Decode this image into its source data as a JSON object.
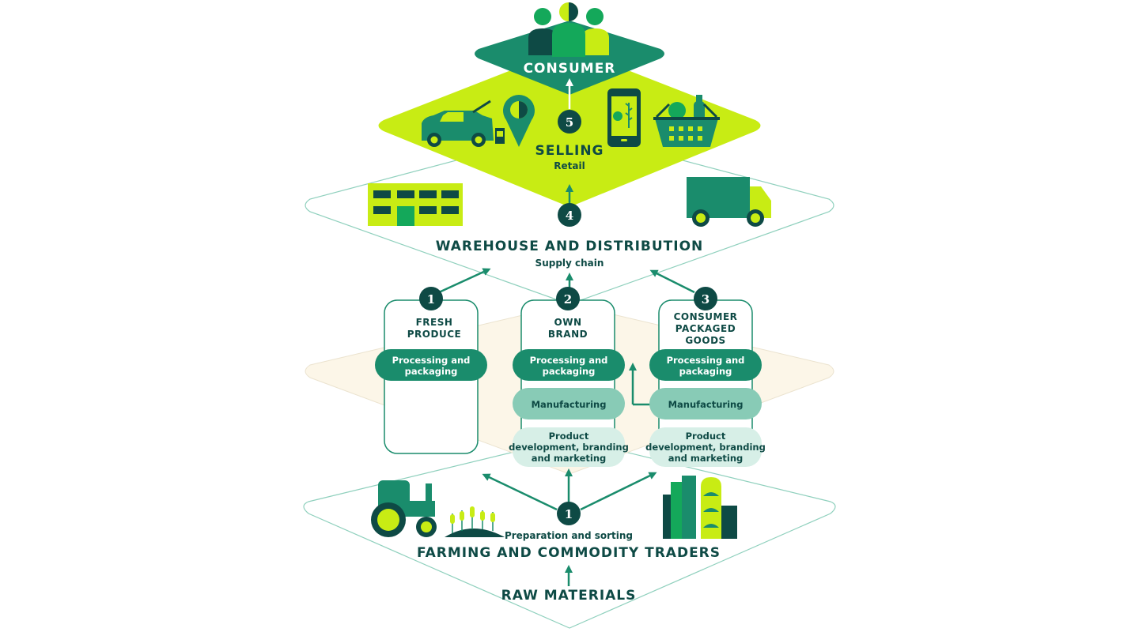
{
  "colors": {
    "dark_green": "#0e4a45",
    "teal": "#1a8c6c",
    "lime": "#c8ec14",
    "mid_green": "#14a85a",
    "mint": "#88cbb6",
    "pale_mint": "#d7efe7",
    "cream": "#fcf6e8"
  },
  "consumer": {
    "label": "CONSUMER"
  },
  "selling": {
    "step": "5",
    "title": "SELLING",
    "subtitle": "Retail"
  },
  "warehouse": {
    "step": "4",
    "title": "WAREHOUSE AND DISTRIBUTION",
    "subtitle": "Supply chain"
  },
  "columns": [
    {
      "step": "1",
      "title_lines": [
        "FRESH",
        "PRODUCE"
      ],
      "processing_lines": [
        "Processing and",
        "packaging"
      ]
    },
    {
      "step": "2",
      "title_lines": [
        "OWN",
        "BRAND"
      ],
      "processing_lines": [
        "Processing and",
        "packaging"
      ],
      "manufacturing": "Manufacturing",
      "development_lines": [
        "Product",
        "development, branding",
        "and marketing"
      ]
    },
    {
      "step": "3",
      "title_lines": [
        "CONSUMER",
        "PACKAGED",
        "GOODS"
      ],
      "processing_lines": [
        "Processing and",
        "packaging"
      ],
      "manufacturing": "Manufacturing",
      "development_lines": [
        "Product",
        "development, branding",
        "and marketing"
      ]
    }
  ],
  "farming": {
    "step": "1",
    "subtitle": "Preparation and sorting",
    "title": "FARMING AND COMMODITY TRADERS"
  },
  "raw": {
    "title": "RAW MATERIALS"
  },
  "icons": [
    "people-icon",
    "car-icon",
    "location-pin-icon",
    "smartphone-icon",
    "shopping-basket-icon",
    "warehouse-icon",
    "truck-icon",
    "tractor-icon",
    "crops-icon",
    "silos-icon"
  ]
}
